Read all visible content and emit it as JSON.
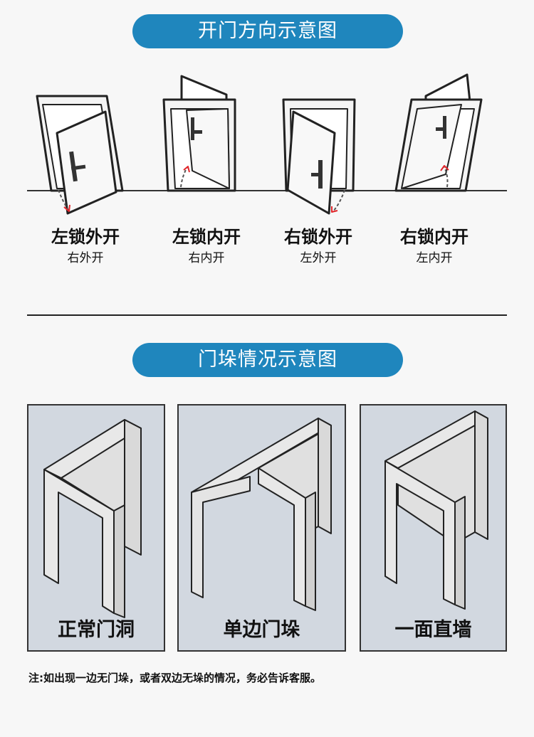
{
  "sections": {
    "door_direction_title": "开门方向示意图",
    "door_frame_title": "门垛情况示意图"
  },
  "doors": [
    {
      "name": "左锁外开",
      "sub": "右外开"
    },
    {
      "name": "左锁内开",
      "sub": "右内开"
    },
    {
      "name": "右锁外开",
      "sub": "左外开"
    },
    {
      "name": "右锁内开",
      "sub": "左内开"
    }
  ],
  "frames": [
    {
      "caption": "正常门洞"
    },
    {
      "caption": "单边门垛"
    },
    {
      "caption": "一面直墙"
    }
  ],
  "note": "注:如出现一边无门垛，或者双边无垛的情况，务必告诉客服。",
  "colors": {
    "accent": "#1f86bd",
    "arrow": "#e3262b",
    "panel_bg": "#d2d8e0",
    "wall": "#e8e8e8"
  }
}
